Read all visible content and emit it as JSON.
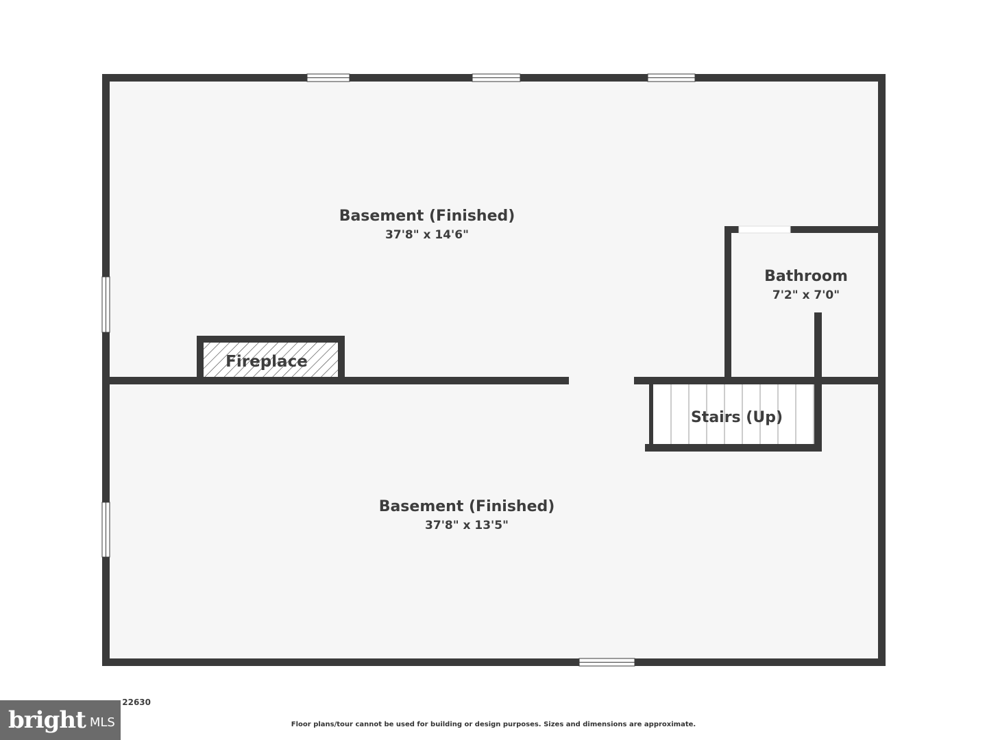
{
  "rooms": [
    {
      "name": "Basement (Finished)",
      "dimensions": "37'8\" x 14'6\""
    },
    {
      "name": "Bathroom",
      "dimensions": "7'2\" x 7'0\""
    },
    {
      "name": "Basement (Finished)",
      "dimensions": "37'8\" x 13'5\""
    }
  ],
  "features": {
    "fireplace": "Fireplace",
    "stairs": "Stairs (Up)"
  },
  "footer": {
    "address_fragment": "22630",
    "logo_word": "bright",
    "logo_suffix": "MLS",
    "disclaimer": "Floor plans/tour cannot be used for building or design purposes. Sizes and dimensions are approximate."
  },
  "colors": {
    "wall": "#3a3a3a",
    "floor": "#f6f6f6",
    "text": "#3d3d3d",
    "logo_bg": "#6b6b6b"
  }
}
